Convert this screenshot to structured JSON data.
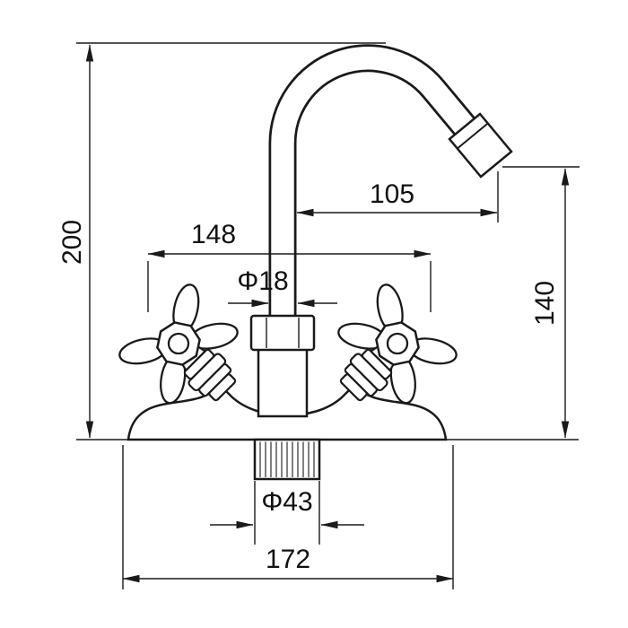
{
  "drawing": {
    "kind": "technical-dimension-drawing",
    "background": "#ffffff",
    "line_color": "#1a1a1a",
    "dimensions": {
      "overall_height": {
        "value": "200"
      },
      "spout_reach": {
        "value": "105"
      },
      "handle_span": {
        "value": "148"
      },
      "spout_pipe_diameter": {
        "value": "Φ18"
      },
      "outlet_height": {
        "value": "140"
      },
      "inlet_thread_diameter": {
        "value": "Φ43"
      },
      "base_width": {
        "value": "172"
      }
    }
  }
}
